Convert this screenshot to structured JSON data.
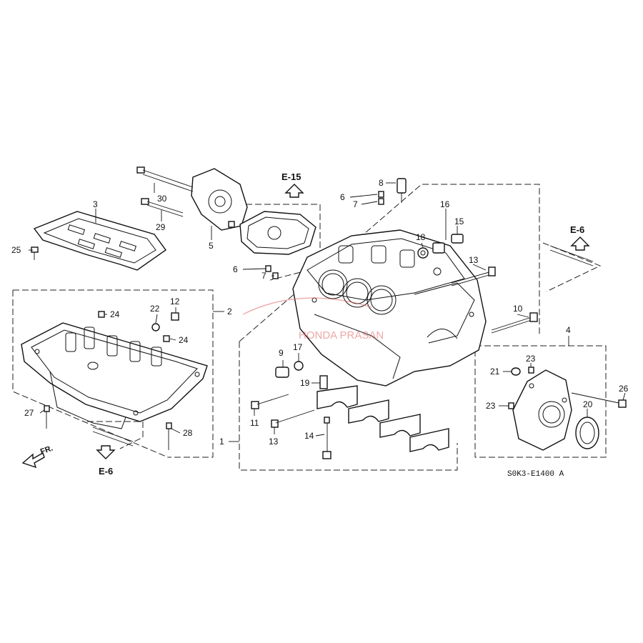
{
  "diagram": {
    "code": "S0K3-E1400 A",
    "watermark": "HONDA PRASAN",
    "direction_label": "FR.",
    "refs": [
      {
        "id": "ref-e15",
        "label": "E-15"
      },
      {
        "id": "ref-e6-right",
        "label": "E-6"
      },
      {
        "id": "ref-e6-bottom",
        "label": "E-6"
      }
    ],
    "callouts": [
      {
        "id": "1",
        "label": "1"
      },
      {
        "id": "2",
        "label": "2"
      },
      {
        "id": "3",
        "label": "3"
      },
      {
        "id": "4",
        "label": "4"
      },
      {
        "id": "5",
        "label": "5"
      },
      {
        "id": "6a",
        "label": "6"
      },
      {
        "id": "6b",
        "label": "6"
      },
      {
        "id": "7a",
        "label": "7"
      },
      {
        "id": "7b",
        "label": "7"
      },
      {
        "id": "8",
        "label": "8"
      },
      {
        "id": "9",
        "label": "9"
      },
      {
        "id": "10",
        "label": "10"
      },
      {
        "id": "11",
        "label": "11"
      },
      {
        "id": "12",
        "label": "12"
      },
      {
        "id": "13a",
        "label": "13"
      },
      {
        "id": "13b",
        "label": "13"
      },
      {
        "id": "14",
        "label": "14"
      },
      {
        "id": "15",
        "label": "15"
      },
      {
        "id": "16",
        "label": "16"
      },
      {
        "id": "17",
        "label": "17"
      },
      {
        "id": "18",
        "label": "18"
      },
      {
        "id": "19",
        "label": "19"
      },
      {
        "id": "20",
        "label": "20"
      },
      {
        "id": "21",
        "label": "21"
      },
      {
        "id": "22",
        "label": "22"
      },
      {
        "id": "23a",
        "label": "23"
      },
      {
        "id": "23b",
        "label": "23"
      },
      {
        "id": "24a",
        "label": "24"
      },
      {
        "id": "24b",
        "label": "24"
      },
      {
        "id": "25",
        "label": "25"
      },
      {
        "id": "26",
        "label": "26"
      },
      {
        "id": "27",
        "label": "27"
      },
      {
        "id": "28",
        "label": "28"
      },
      {
        "id": "29",
        "label": "29"
      },
      {
        "id": "30",
        "label": "30"
      }
    ]
  }
}
